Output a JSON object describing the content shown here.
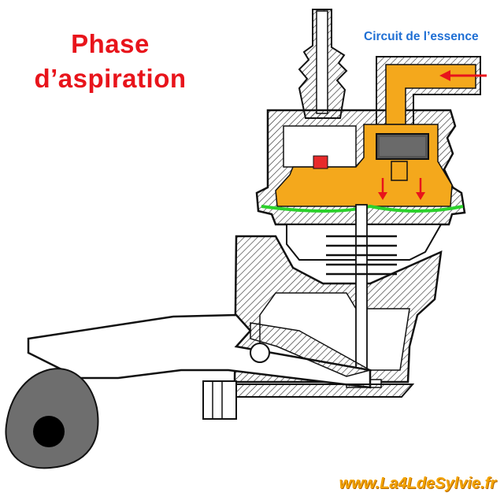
{
  "title": {
    "line1": "Phase",
    "line2": "d’aspiration"
  },
  "legend": {
    "label": "Circuit de l’essence"
  },
  "watermark": "www.La4LdeSylvie.fr",
  "colors": {
    "title": "#e8141b",
    "legend": "#1f6fd4",
    "fuel": "#f4a81c",
    "diaphragm": "#2bd12b",
    "arrow": "#e8141b",
    "cam": "#6e6e6e",
    "watermark": "#f4a400"
  },
  "icons": [
    "fuel-flow-arrow",
    "cam-lobe",
    "diaphragm-line"
  ]
}
